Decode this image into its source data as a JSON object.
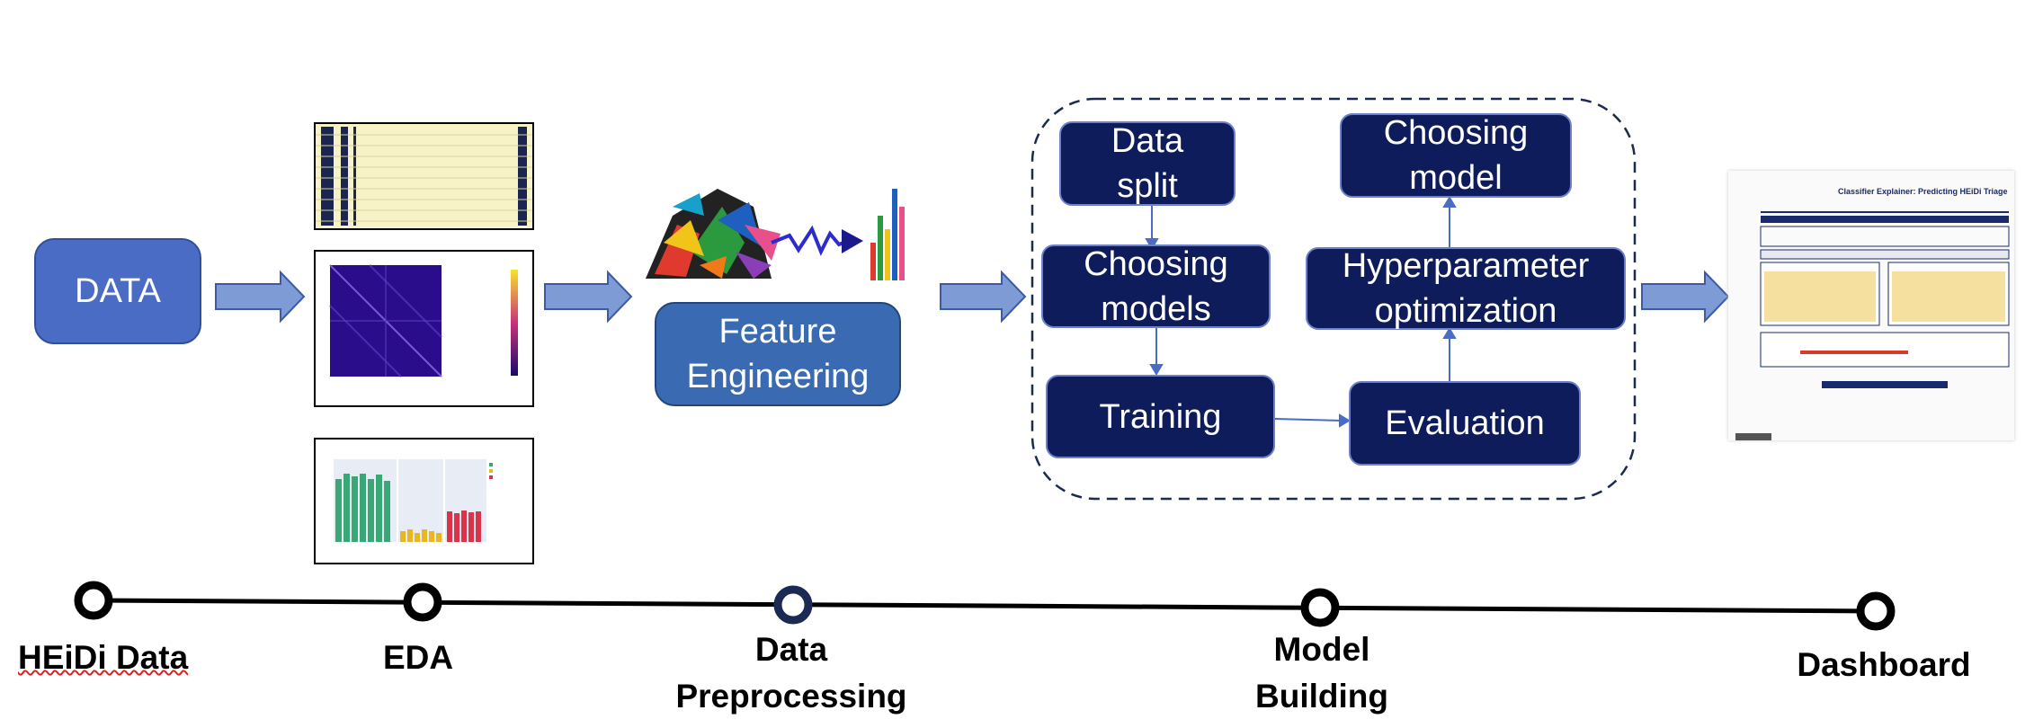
{
  "boxes": {
    "data": "DATA",
    "feature_line1": "Feature",
    "feature_line2": "Engineering",
    "data_split_line1": "Data",
    "data_split_line2": "split",
    "choosing_models_line1": "Choosing",
    "choosing_models_line2": "models",
    "training": "Training",
    "evaluation": "Evaluation",
    "hyper_line1": "Hyperparameter",
    "hyper_line2": "optimization",
    "choosing_model_line1": "Choosing",
    "choosing_model_line2": "model"
  },
  "timeline": {
    "stage1": "HEiDi Data",
    "stage2": "EDA",
    "stage3_line1": "Data",
    "stage3_line2": "Preprocessing",
    "stage4_line1": "Model",
    "stage4_line2": "Building",
    "stage5": "Dashboard"
  },
  "dashboard_thumb": {
    "title": "Classifier Explainer: Predicting HEiDi Triage"
  },
  "colors": {
    "light_box": "#4a6cc4",
    "dark_box": "#0f1c5c",
    "arrow": "#7f9bd6"
  }
}
